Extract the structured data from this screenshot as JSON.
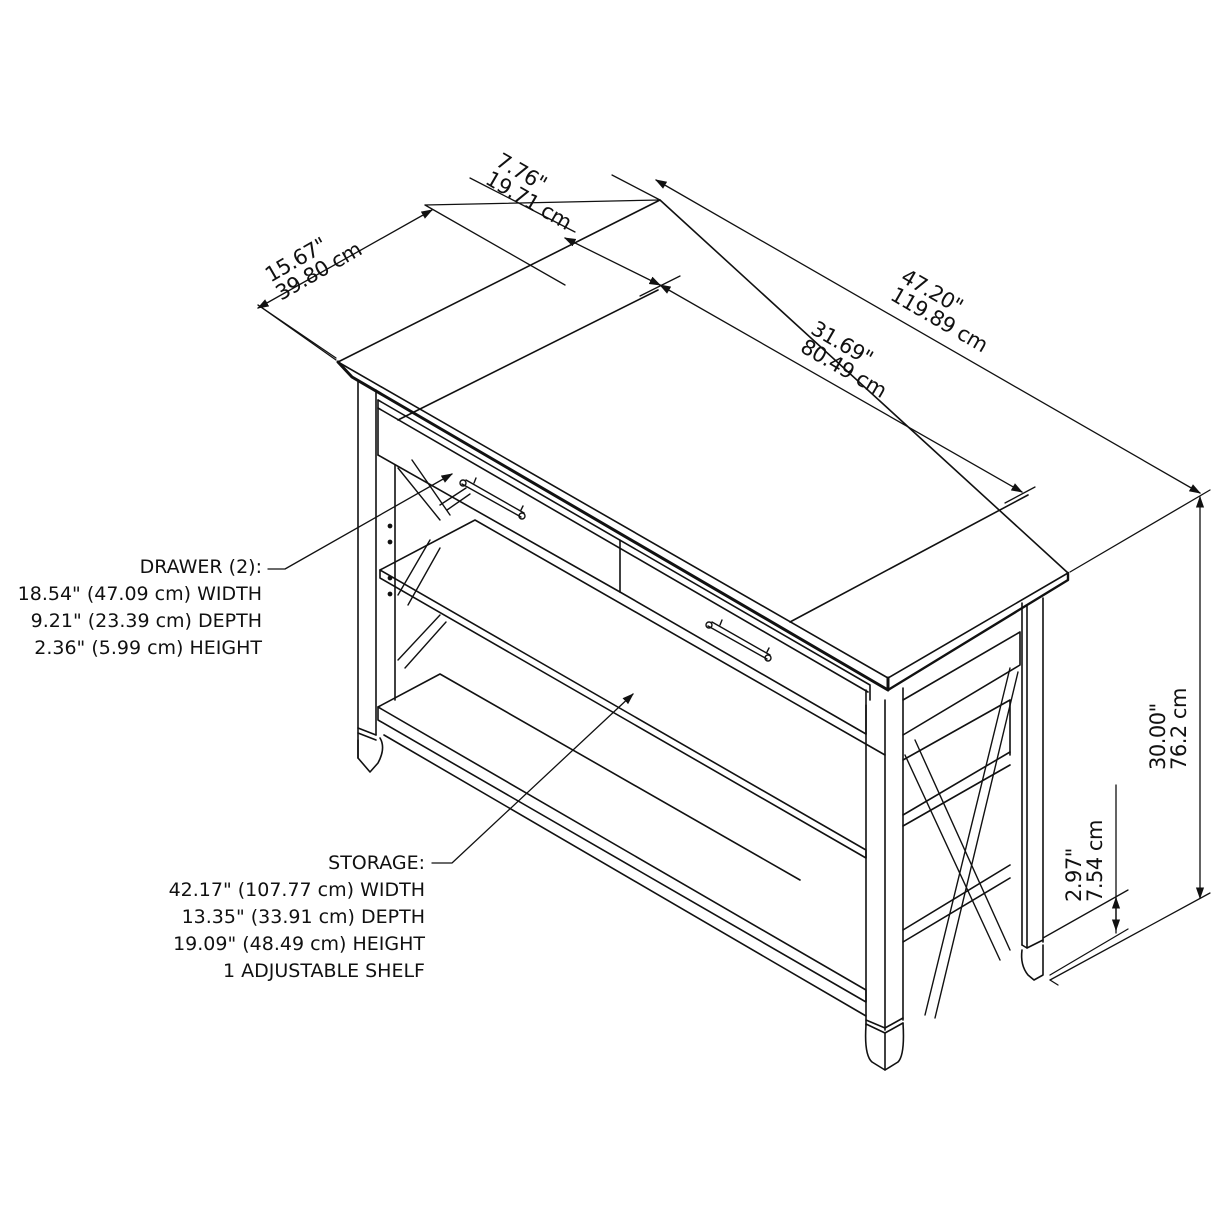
{
  "diagram": {
    "subject": "Console table with 2 drawers, open shelves and X-frame sides",
    "dimensions": {
      "overall_width": {
        "in": "47.20\"",
        "cm": "119.89 cm"
      },
      "overall_depth": {
        "in": "15.67\"",
        "cm": "39.80 cm"
      },
      "drawer_section_width": {
        "in": "31.69\"",
        "cm": "80.49 cm"
      },
      "side_section_width": {
        "in": "7.76\"",
        "cm": "19.71 cm"
      },
      "overall_height": {
        "in": "30.00\"",
        "cm": "76.2 cm"
      },
      "floor_clearance": {
        "in": "2.97\"",
        "cm": "7.54 cm"
      }
    },
    "callouts": {
      "drawer": {
        "title": "DRAWER (2):",
        "lines": [
          "18.54\" (47.09 cm) WIDTH",
          "9.21\" (23.39 cm) DEPTH",
          "2.36\" (5.99 cm) HEIGHT"
        ]
      },
      "storage": {
        "title": "STORAGE:",
        "lines": [
          "42.17\" (107.77 cm) WIDTH",
          "13.35\" (33.91 cm) DEPTH",
          "19.09\" (48.49 cm) HEIGHT",
          "1 ADJUSTABLE SHELF"
        ]
      }
    },
    "colors": {
      "line": "#111111",
      "background": "#ffffff"
    }
  }
}
